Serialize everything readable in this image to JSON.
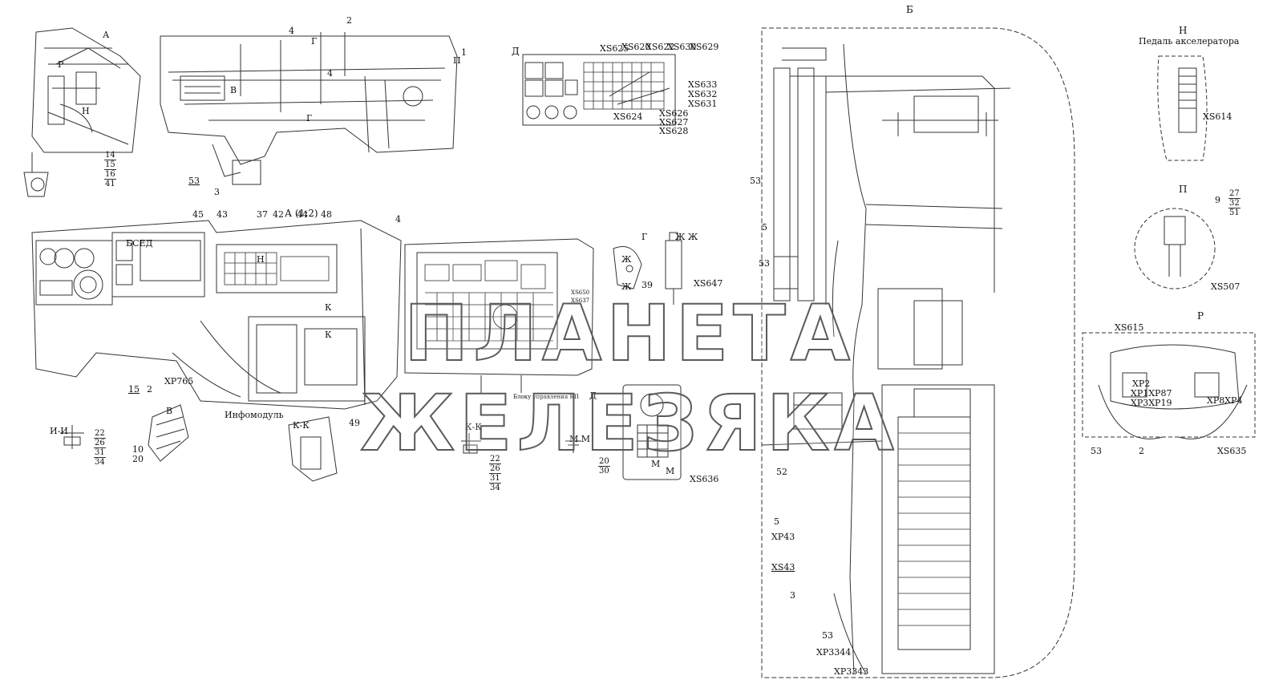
{
  "watermark": "ПЛАНЕТА ЖЕЛЕЗЯКА",
  "views": {
    "A12": "А (1:2)",
    "D": "Д",
    "B": "Б",
    "N": "Н",
    "P": "П",
    "R": "Р",
    "V": "В",
    "G": "Г",
    "ZhZh": "Ж Ж",
    "II": "И-И",
    "KK1": "К-К",
    "KK2": "К-К",
    "MM": "М М"
  },
  "labels": {
    "bsed": "БСЕД",
    "infomodule": "Инфомодуль",
    "pedal": "Педаль акселератора",
    "gearbox_ctrl": "Блоку управления КП",
    "a_top": "А",
    "p_top": "Р",
    "n_left": "Н",
    "v_mid": "В",
    "g_top": "Г",
    "g_bottom": "Г",
    "k_top": "К",
    "k_mid": "К",
    "d_right": "Д",
    "zh1": "Ж",
    "zh2": "Ж",
    "m1": "М",
    "m2": "М",
    "p_right": "П",
    "n_mid": "Н"
  },
  "callouts": [
    "4",
    "2",
    "1",
    "53",
    "3",
    "45",
    "43",
    "37",
    "42",
    "44",
    "48",
    "4",
    "15",
    "2",
    "49",
    "39",
    "10",
    "20",
    "9",
    "53",
    "5",
    "53",
    "52",
    "5",
    "3",
    "53",
    "2",
    "53",
    "4"
  ],
  "stacks": {
    "left": [
      "14",
      "15",
      "16",
      "41"
    ],
    "ii": [
      "22",
      "26",
      "31",
      "34"
    ],
    "kk": [
      "22",
      "26",
      "31",
      "34"
    ],
    "mm": [
      "20",
      "30"
    ],
    "p": [
      "27",
      "32",
      "51"
    ]
  },
  "connectors": {
    "xs625": "XS625",
    "xs620": "XS620",
    "xs622": "XS622",
    "xs630": "XS630",
    "xs629": "XS629",
    "xs633": "XS633",
    "xs632": "XS632",
    "xs631": "XS631",
    "xs626": "XS626",
    "xs627": "XS627",
    "xs624": "XS624",
    "xs628": "XS628",
    "xs647": "XS647",
    "xs636": "XS636",
    "xs614": "XS614",
    "xs507": "XS507",
    "xs615": "XS615",
    "xs635": "XS635",
    "xp765": "XP765",
    "xp2": "XP2",
    "xp1xp87": "XP1XP87",
    "xp3xp19": "XP3XP19",
    "xp8xp4": "XP8XP4",
    "xp43": "XP43",
    "xs43": "XS43",
    "xp3344": "XP3344",
    "xp3343": "XP3343",
    "xs650": "XS650",
    "xs637": "XS637"
  }
}
